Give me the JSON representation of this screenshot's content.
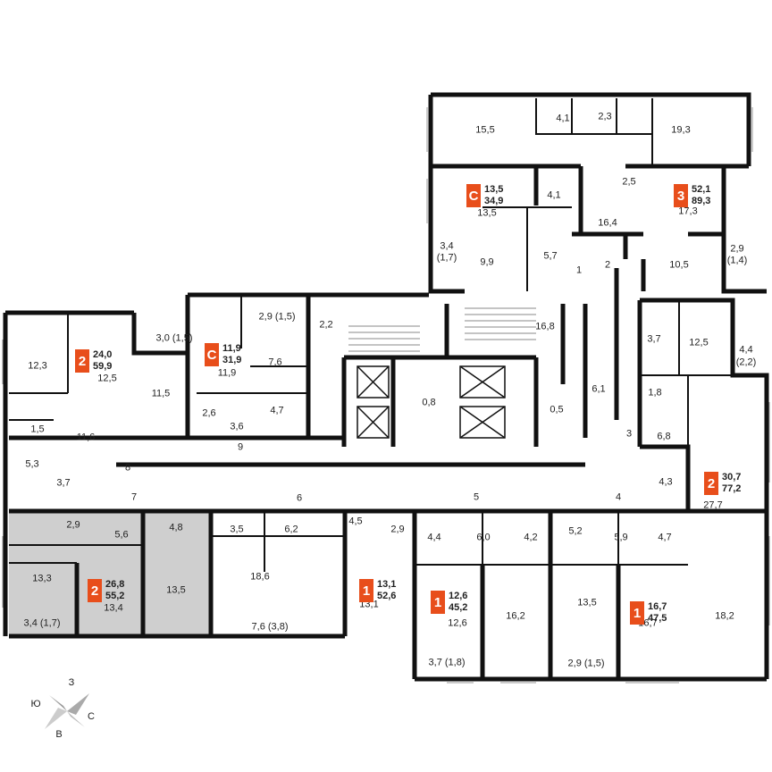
{
  "colors": {
    "wall": "#111111",
    "accent": "#e84e1b",
    "selected_fill": "#cfcfcf",
    "room_fill": "#ffffff"
  },
  "icons": [
    "compass-icon",
    "elevator-icon",
    "stairs-icon",
    "sink-icon",
    "toilet-icon",
    "bathtub-icon",
    "stove-icon",
    "door-icon"
  ],
  "apartments": [
    {
      "type": "2",
      "total": "24,0",
      "living": "59,9"
    },
    {
      "type": "С",
      "total": "11,9",
      "living": "31,9"
    },
    {
      "type": "С",
      "total": "13,5",
      "living": "34,9"
    },
    {
      "type": "3",
      "total": "52,1",
      "living": "89,3"
    },
    {
      "type": "2",
      "total": "30,7",
      "living": "77,2"
    },
    {
      "type": "2",
      "total": "26,8",
      "living": "55,2"
    },
    {
      "type": "1",
      "total": "13,1",
      "living": "52,6"
    },
    {
      "type": "1",
      "total": "12,6",
      "living": "45,2"
    },
    {
      "type": "1",
      "total": "16,7",
      "living": "47,5"
    }
  ],
  "rooms": [
    "15,5",
    "4,1",
    "2,3",
    "19,3",
    "13,5",
    "4,1",
    "16,4",
    "2,5",
    "17,3",
    "3,4",
    "(1,7)",
    "9,9",
    "5,7",
    "1",
    "2",
    "10,5",
    "2,9",
    "(1,4)",
    "16,8",
    "2,2",
    "0,8",
    "0,5",
    "6,1",
    "3,7",
    "12,5",
    "4,4",
    "(2,2)",
    "1,8",
    "3",
    "6,8",
    "4,3",
    "27,7",
    "12,3",
    "12,5",
    "3,0 (1,5)",
    "11,5",
    "2,9 (1,5)",
    "11,9",
    "7,6",
    "2,6",
    "3,6",
    "4,7",
    "9",
    "1,5",
    "11,6",
    "5,3",
    "3,7",
    "8",
    "7",
    "6",
    "5",
    "4",
    "2,9",
    "5,6",
    "4,8",
    "3,5",
    "6,2",
    "4,5",
    "2,9",
    "4,4",
    "6,0",
    "4,2",
    "5,2",
    "5,9",
    "4,7",
    "13,3",
    "13,4",
    "13,5",
    "18,6",
    "13,1",
    "12,6",
    "16,2",
    "13,5",
    "16,7",
    "18,2",
    "3,4 (1,7)",
    "7,6 (3,8)",
    "3,7 (1,8)",
    "2,9 (1,5)"
  ],
  "compass": {
    "north": "З",
    "east": "С",
    "south": "В",
    "west": "Ю"
  }
}
